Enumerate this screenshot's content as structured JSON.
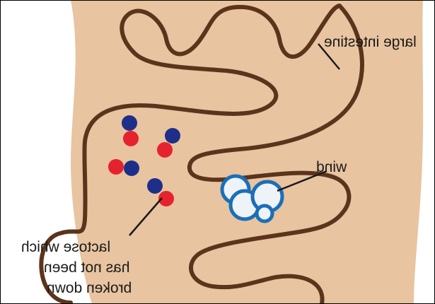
{
  "labels": {
    "large_intestine": "large intestine",
    "wind": "wind",
    "lactose": [
      "lactose which",
      "has not been",
      "broken down"
    ]
  },
  "colors": {
    "abdomen": "#e8c4a0",
    "intestine": "#5c341c",
    "molecule_red": "#e4232f",
    "molecule_blue": "#1e2f8a",
    "bubble_stroke": "#1b6fb8",
    "bubble_fill": "#eef3f8",
    "frame": "#000000"
  },
  "note": ""
}
